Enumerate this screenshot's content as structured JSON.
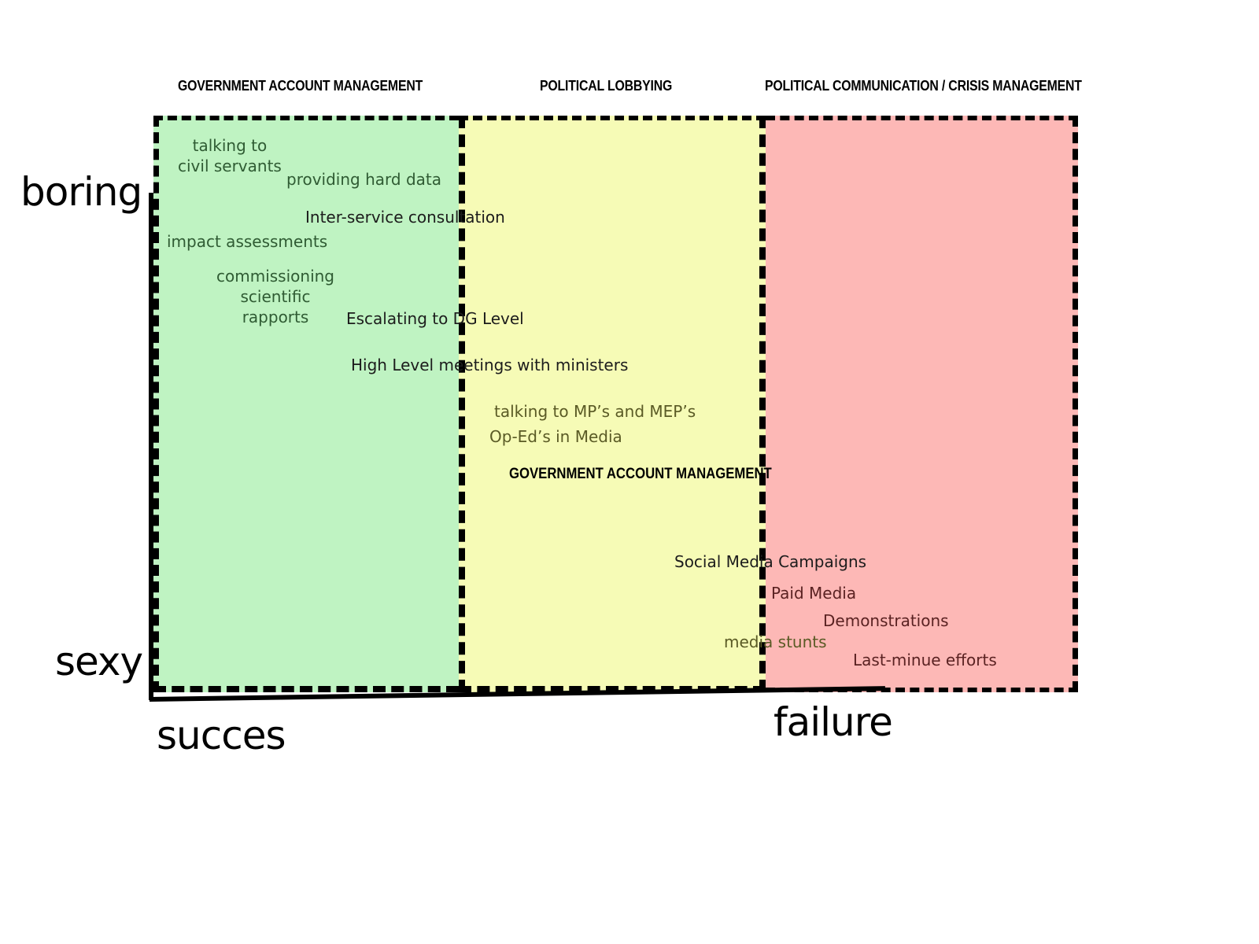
{
  "columns": [
    {
      "title": "GOVERNMENT ACCOUNT MANAGEMENT",
      "color": "#bff3c2"
    },
    {
      "title": "POLITICAL LOBBYING",
      "color": "#f6fbb6"
    },
    {
      "title": "POLITICAL COMMUNICATION /  CRISIS MANAGEMENT",
      "color": "#fdb8b6"
    }
  ],
  "axis": {
    "top_left": "boring",
    "bottom_left": "sexy",
    "bottom_start": "succes",
    "bottom_end": "failure"
  },
  "inner_label": "GOVERNMENT ACCOUNT MANAGEMENT",
  "items": {
    "talking_civil_servants": [
      "talking  to",
      "civil servants"
    ],
    "hard_data": "providing hard data",
    "inter_service": "Inter-service consultation",
    "impact": "impact assessments",
    "commissioning": [
      "commissioning",
      "scientific",
      "rapports"
    ],
    "dg_level": "Escalating to DG Level",
    "ministers": "High Level meetings with ministers",
    "mps": "talking to MP’s and MEP’s",
    "oped": "Op-Ed’s in Media",
    "social": "Social Media Campaigns",
    "paid": "Paid Media",
    "demos": "Demonstrations",
    "stunts": "media stunts",
    "last_minute": "Last-minue efforts"
  }
}
